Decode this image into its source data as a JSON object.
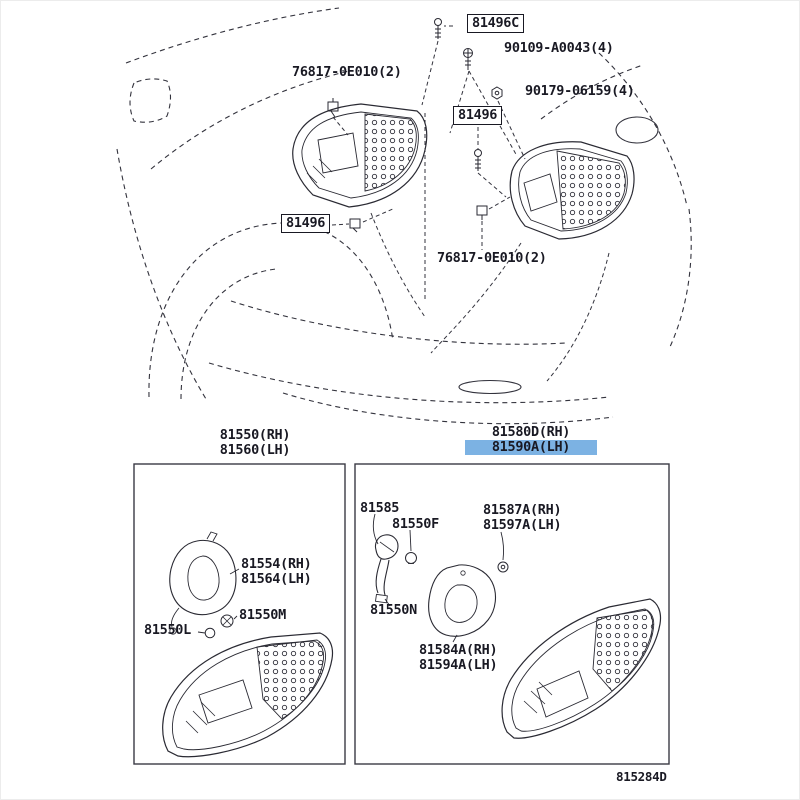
{
  "highlight_color": "#7cb2e3",
  "footer_code": "815284D",
  "top_labels": {
    "bolt_81496C": "81496C",
    "screw_90109": "90109-A0043(4)",
    "clip_76817_top": "76817-0E010(2)",
    "nut_90179": "90179-06159(4)",
    "bolt_81496_right": "81496",
    "clip_81496_mid": "81496",
    "clip_76817_bottom": "76817-0E010(2)"
  },
  "left_box": {
    "title_rh": "81550(RH)",
    "title_lh": "81560(LH)",
    "gasket_rh": "81554(RH)",
    "gasket_lh": "81564(LH)",
    "socket": "81550M",
    "bulb": "81550L"
  },
  "right_box": {
    "title_rh": "81580D(RH)",
    "title_lh": "81590A(LH)",
    "cord": "81585",
    "bulb": "81550F",
    "screw_rh": "81587A(RH)",
    "screw_lh": "81597A(LH)",
    "socket": "81550N",
    "gasket_rh": "81584A(RH)",
    "gasket_lh": "81594A(LH)"
  }
}
